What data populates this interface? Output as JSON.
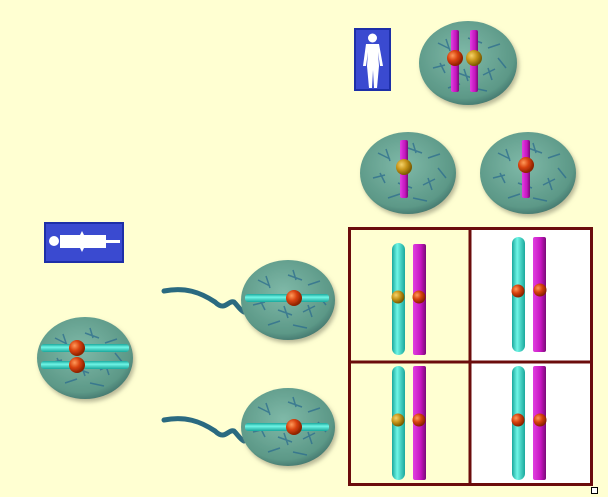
{
  "diagram": {
    "type": "punnett-square",
    "grid_rows": 2,
    "grid_cols": 2,
    "colors": {
      "background": "#ffffd2",
      "grid_border": "#6b0c0c",
      "chromosome_male": "#2fd6c6",
      "chromosome_female": "#c616c0",
      "allele_dominant": "#d8420e",
      "allele_recessive": "#c8961a",
      "nucleus": "#5f9e8e",
      "icon_bg": "#1d2fa8"
    },
    "cells": [
      {
        "row": 0,
        "col": 0,
        "alleles": [
          "recessive",
          "dominant"
        ]
      },
      {
        "row": 0,
        "col": 1,
        "alleles": [
          "dominant",
          "dominant"
        ]
      },
      {
        "row": 1,
        "col": 0,
        "alleles": [
          "recessive",
          "dominant"
        ]
      },
      {
        "row": 1,
        "col": 1,
        "alleles": [
          "dominant",
          "dominant"
        ]
      }
    ]
  }
}
